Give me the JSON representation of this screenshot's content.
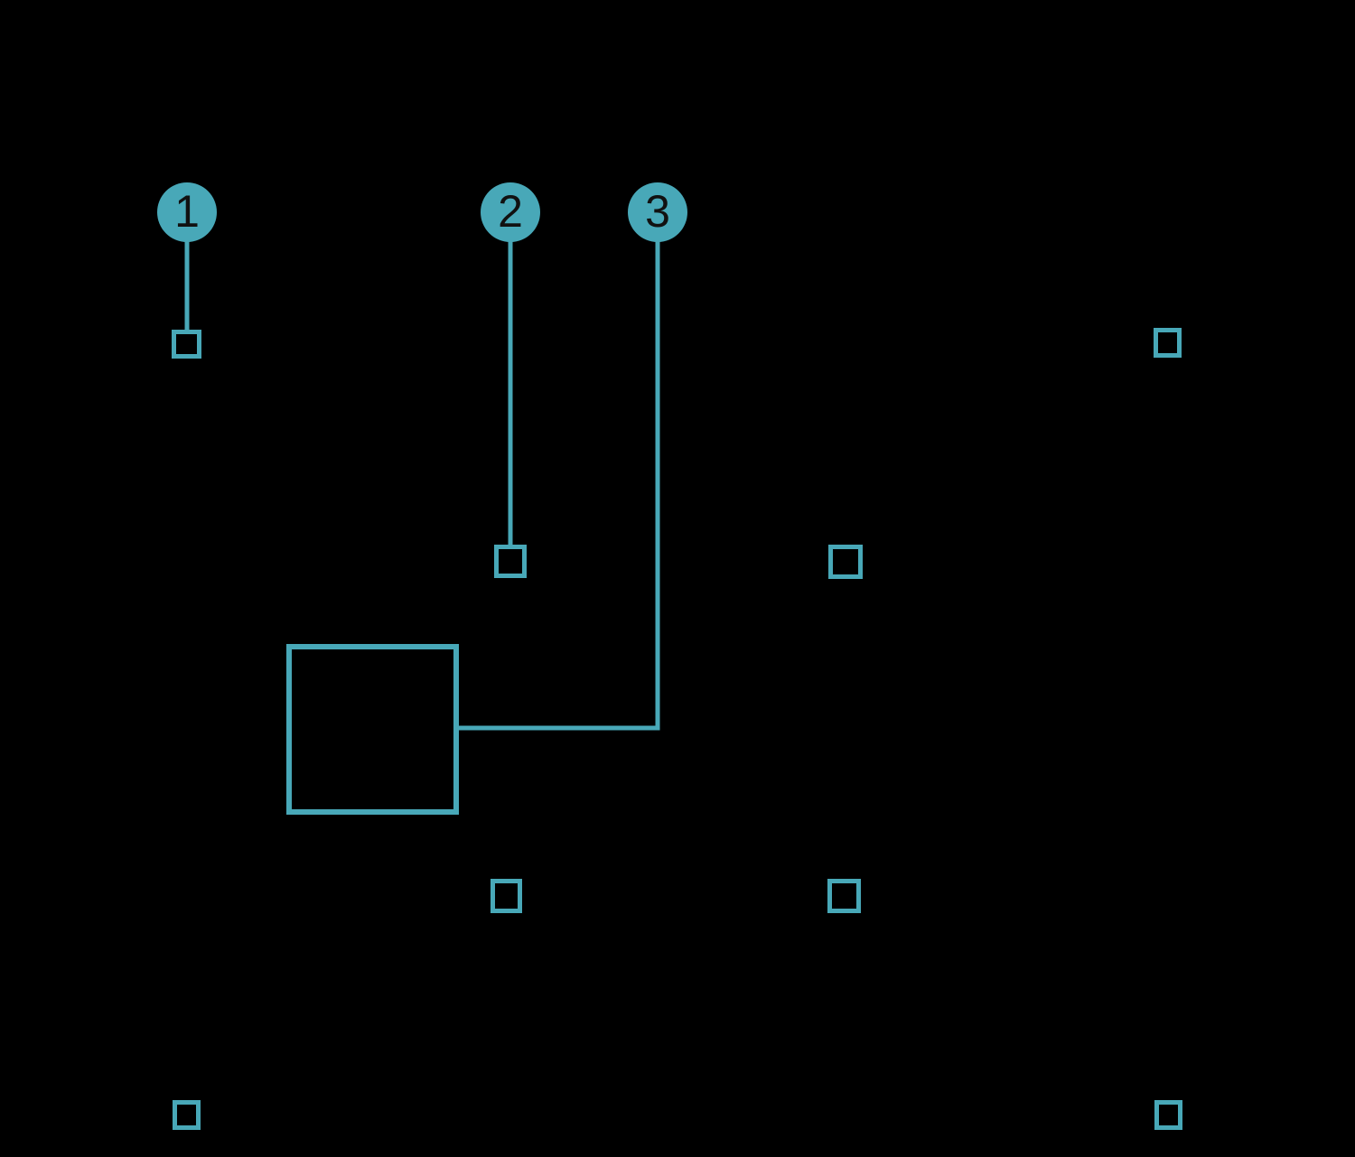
{
  "diagram": {
    "background_color": "#000000",
    "accent_color": "#48A8B8",
    "number_color": "#111111",
    "callouts": [
      {
        "label": "1",
        "target": "small square outline (upper left)"
      },
      {
        "label": "2",
        "target": "small square outline (middle)"
      },
      {
        "label": "3",
        "target": "large square outline via elbow connector"
      }
    ],
    "unlabeled_small_squares": 6
  }
}
